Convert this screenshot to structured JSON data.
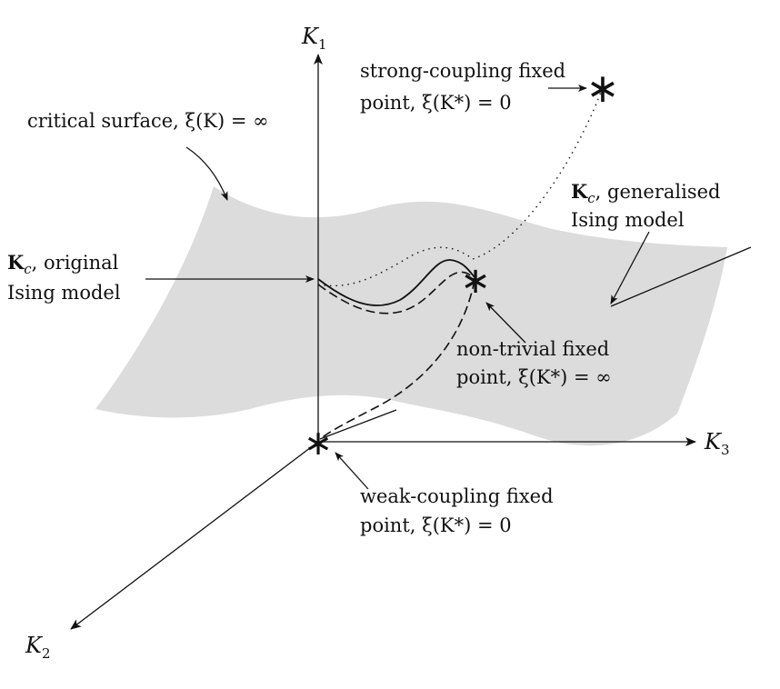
{
  "axes": {
    "k1": {
      "base": "K",
      "sub": "1"
    },
    "k2": {
      "base": "K",
      "sub": "2"
    },
    "k3": {
      "base": "K",
      "sub": "3"
    }
  },
  "labels": {
    "critical_surface": {
      "text": "critical surface, ",
      "math": "ξ(K) = ∞"
    },
    "strong_coupling": {
      "line1": "strong-coupling fixed",
      "line2_prefix": "point, ",
      "line2_math": "ξ(K*) = 0"
    },
    "kc_original": {
      "bold": "K",
      "sub": "c",
      "rest": ", original",
      "line2": "Ising model"
    },
    "kc_generalised": {
      "bold": "K",
      "sub": "c",
      "rest": ", generalised",
      "line2": "Ising model"
    },
    "nontrivial": {
      "line1": "non-trivial fixed",
      "line2_prefix": "point, ",
      "line2_math": "ξ(K*) = ∞"
    },
    "weak_coupling": {
      "line1": "weak-coupling fixed",
      "line2_prefix": "point, ",
      "line2_math": "ξ(K*) = 0"
    }
  },
  "markers": {
    "fixed_point_symbol": "∗"
  },
  "colors": {
    "surface": "#dcdcdc",
    "ink": "#111111"
  }
}
